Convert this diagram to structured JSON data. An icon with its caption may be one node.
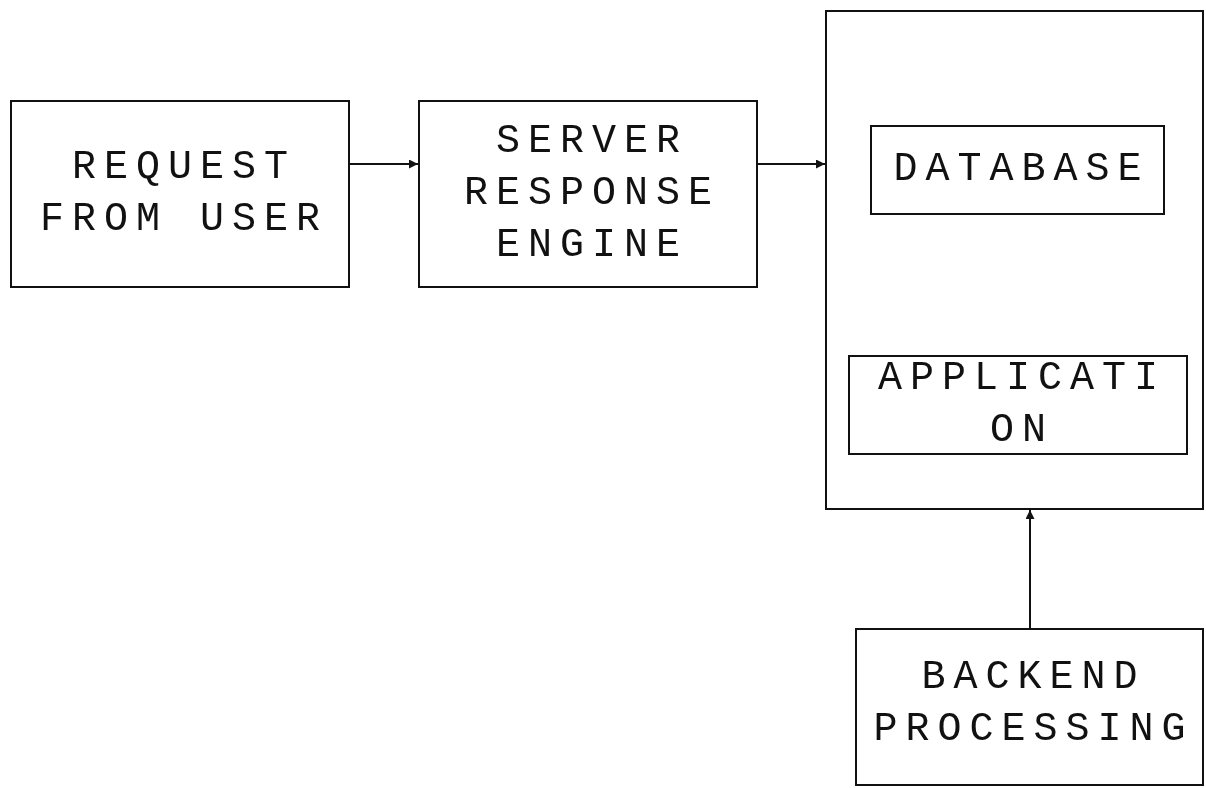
{
  "diagram": {
    "nodes": [
      {
        "text": [
          "REQUEST FROM USER"
        ]
      },
      {
        "text": [
          "SERVER RESPONSE ENGINE"
        ]
      },
      {
        "text": [],
        "shape": "box"
      },
      {
        "text": [
          "DATABASE"
        ],
        "in": 2
      },
      {
        "text": [
          "APPLICATI ON"
        ],
        "in": 2
      },
      {
        "text": [
          "BACKEND PROCESSING"
        ]
      }
    ],
    "edges": [
      {
        "from": 0,
        "to": 1,
        "arrow": "to"
      },
      {
        "from": 1,
        "to": 2,
        "arrow": "to"
      },
      {
        "from": 5,
        "to": 2,
        "arrow": "to"
      }
    ]
  }
}
